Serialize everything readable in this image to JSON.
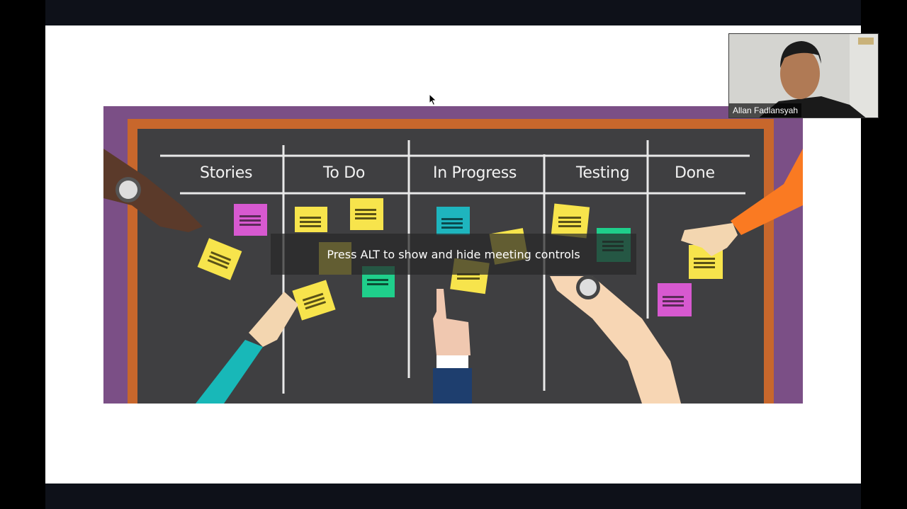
{
  "meeting": {
    "overlay_message": "Press ALT to show and hide meeting controls"
  },
  "participant": {
    "name": "Allan Fadlansyah"
  },
  "slide": {
    "columns": [
      "Stories",
      "To Do",
      "In Progress",
      "Testing",
      "Done"
    ]
  },
  "colors": {
    "board_frame_purple": "#7b4f86",
    "board_frame_orange": "#c8672c",
    "board_surface": "#3f3f41",
    "note_yellow": "#f7e44c",
    "note_pink": "#d759d0",
    "note_teal": "#1eb5be",
    "note_green": "#1fcf8b"
  }
}
